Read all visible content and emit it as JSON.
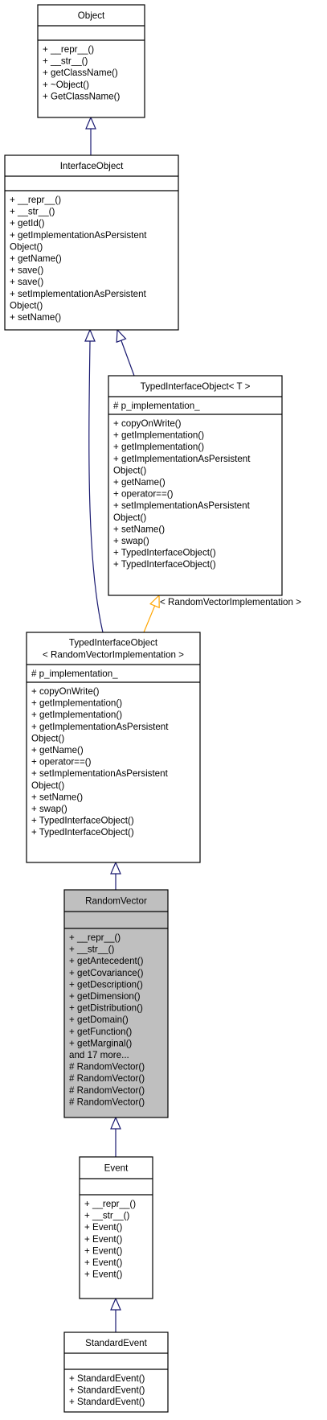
{
  "classes": {
    "object": {
      "title": [
        "Object"
      ],
      "attributes": [],
      "methods": [
        "+ __repr__()",
        "+ __str__()",
        "+ getClassName()",
        "+ ~Object()",
        "+ GetClassName()"
      ]
    },
    "interface_object": {
      "title": [
        "InterfaceObject"
      ],
      "attributes": [],
      "methods": [
        "+ __repr__()",
        "+ __str__()",
        "+ getId()",
        "+ getImplementationAsPersistent",
        "Object()",
        "+ getName()",
        "+ save()",
        "+ save()",
        "+ setImplementationAsPersistent",
        "Object()",
        "+ setName()"
      ]
    },
    "typed_interface_object_t": {
      "title": [
        "TypedInterfaceObject< T >"
      ],
      "attributes": [
        "# p_implementation_"
      ],
      "methods": [
        "+ copyOnWrite()",
        "+ getImplementation()",
        "+ getImplementation()",
        "+ getImplementationAsPersistent",
        "Object()",
        "+ getName()",
        "+ operator==()",
        "+ setImplementationAsPersistent",
        "Object()",
        "+ setName()",
        "+ swap()",
        "+ TypedInterfaceObject()",
        "+ TypedInterfaceObject()"
      ]
    },
    "typed_interface_object_rv": {
      "title": [
        "TypedInterfaceObject",
        "< RandomVectorImplementation >"
      ],
      "attributes": [
        "# p_implementation_"
      ],
      "methods": [
        "+ copyOnWrite()",
        "+ getImplementation()",
        "+ getImplementation()",
        "+ getImplementationAsPersistent",
        "Object()",
        "+ getName()",
        "+ operator==()",
        "+ setImplementationAsPersistent",
        "Object()",
        "+ setName()",
        "+ swap()",
        "+ TypedInterfaceObject()",
        "+ TypedInterfaceObject()"
      ]
    },
    "random_vector": {
      "title": [
        "RandomVector"
      ],
      "attributes": [],
      "methods": [
        "+ __repr__()",
        "+ __str__()",
        "+ getAntecedent()",
        "+ getCovariance()",
        "+ getDescription()",
        "+ getDimension()",
        "+ getDistribution()",
        "+ getDomain()",
        "+ getFunction()",
        "+ getMarginal()",
        "and 17 more...",
        "# RandomVector()",
        "# RandomVector()",
        "# RandomVector()",
        "# RandomVector()"
      ]
    },
    "event": {
      "title": [
        "Event"
      ],
      "attributes": [],
      "methods": [
        "+ __repr__()",
        "+ __str__()",
        "+ Event()",
        "+ Event()",
        "+ Event()",
        "+ Event()",
        "+ Event()"
      ]
    },
    "standard_event": {
      "title": [
        "StandardEvent"
      ],
      "attributes": [],
      "methods": [
        "+ StandardEvent()",
        "+ StandardEvent()",
        "+ StandardEvent()"
      ]
    }
  },
  "template_binding_label": "< RandomVectorImplementation >",
  "colors": {
    "inheritance_edge": "#191970",
    "template_edge": "#ffa500",
    "highlight_fill": "#bfbfbf",
    "box_stroke": "#000000"
  }
}
